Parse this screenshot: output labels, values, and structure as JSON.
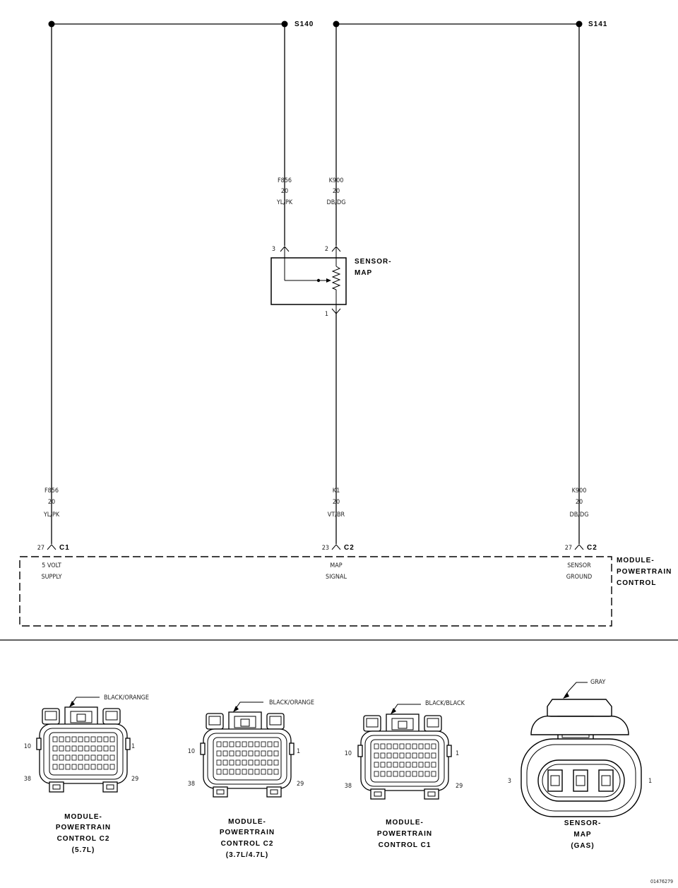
{
  "splices": {
    "s140": "S140",
    "s141": "S141"
  },
  "sensor": {
    "name_line1": "SENSOR-",
    "name_line2": "MAP",
    "pin3": "3",
    "pin2": "2",
    "pin1": "1",
    "wire_f856": {
      "circuit": "F856",
      "gauge": "20",
      "color": "YL/PK"
    },
    "wire_k900": {
      "circuit": "K900",
      "gauge": "20",
      "color": "DB/DG"
    }
  },
  "pcm_wires": {
    "left": {
      "circuit": "F856",
      "gauge": "20",
      "color": "YL/PK",
      "pin": "27",
      "connector": "C1",
      "func1": "5 VOLT",
      "func2": "SUPPLY"
    },
    "middle": {
      "circuit": "K1",
      "gauge": "20",
      "color": "VT/BR",
      "pin": "23",
      "connector": "C2",
      "func1": "MAP",
      "func2": "SIGNAL"
    },
    "right": {
      "circuit": "K900",
      "gauge": "20",
      "color": "DB/DG",
      "pin": "27",
      "connector": "C2",
      "func1": "SENSOR",
      "func2": "GROUND"
    }
  },
  "pcm": {
    "line1": "MODULE-",
    "line2": "POWERTRAIN",
    "line3": "CONTROL"
  },
  "connectors": [
    {
      "color": "BLACK/ORANGE",
      "pin_tl": "10",
      "pin_tr": "1",
      "pin_bl": "38",
      "pin_br": "29",
      "name1": "MODULE-",
      "name2": "POWERTRAIN",
      "name3": "CONTROL C2",
      "name4": "(5.7L)"
    },
    {
      "color": "BLACK/ORANGE",
      "pin_tl": "10",
      "pin_tr": "1",
      "pin_bl": "38",
      "pin_br": "29",
      "name1": "MODULE-",
      "name2": "POWERTRAIN",
      "name3": "CONTROL C2",
      "name4": "(3.7L/4.7L)"
    },
    {
      "color": "BLACK/BLACK",
      "pin_tl": "10",
      "pin_tr": "1",
      "pin_bl": "38",
      "pin_br": "29",
      "name1": "MODULE-",
      "name2": "POWERTRAIN",
      "name3": "CONTROL C1"
    },
    {
      "color": "GRAY",
      "pin_l": "3",
      "pin_r": "1",
      "name1": "SENSOR-",
      "name2": "MAP",
      "name3": "(GAS)"
    }
  ],
  "figure_id": "01476279"
}
